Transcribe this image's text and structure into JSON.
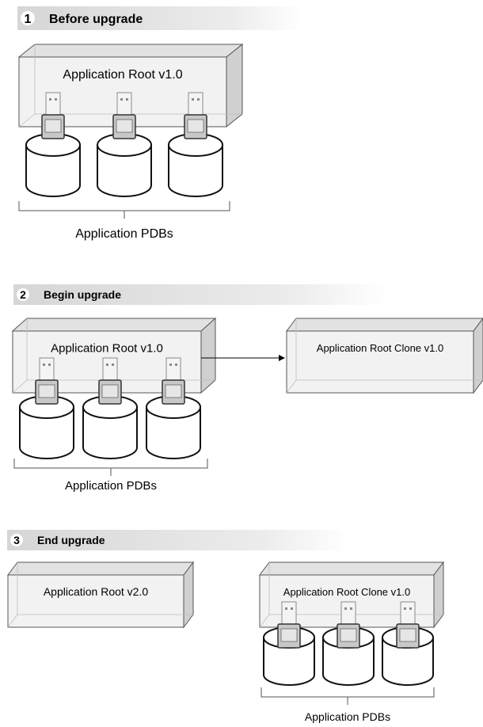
{
  "colors": {
    "band_start": "#d6d6d6",
    "band_end": "#ffffff",
    "badge_fill": "#ffffff",
    "box_front": "#f2f2f2",
    "box_top": "#e2e2e2",
    "box_side": "#d0d0d0",
    "stroke": "#555555",
    "cylinder_fill": "#ffffff",
    "plug_fill": "#c8c8c8",
    "plug_dark": "#8a8a8a"
  },
  "icons": {
    "pdb": "pdb-cylinder-icon",
    "plug": "plug-connector-icon",
    "arrow": "arrow-right-icon"
  },
  "steps": [
    {
      "number": "1",
      "title": "Before upgrade",
      "boxes": [
        {
          "label": "Application Root v1.0"
        }
      ],
      "pdb_group": {
        "label": "Application PDBs",
        "count": 3
      }
    },
    {
      "number": "2",
      "title": "Begin upgrade",
      "boxes": [
        {
          "label": "Application Root v1.0"
        },
        {
          "label": "Application Root Clone v1.0"
        }
      ],
      "pdb_group": {
        "label": "Application PDBs",
        "count": 3
      }
    },
    {
      "number": "3",
      "title": "End upgrade",
      "boxes": [
        {
          "label": "Application Root v2.0"
        },
        {
          "label": "Application Root Clone v1.0"
        }
      ],
      "pdb_group": {
        "label": "Application PDBs",
        "count": 3
      }
    }
  ]
}
